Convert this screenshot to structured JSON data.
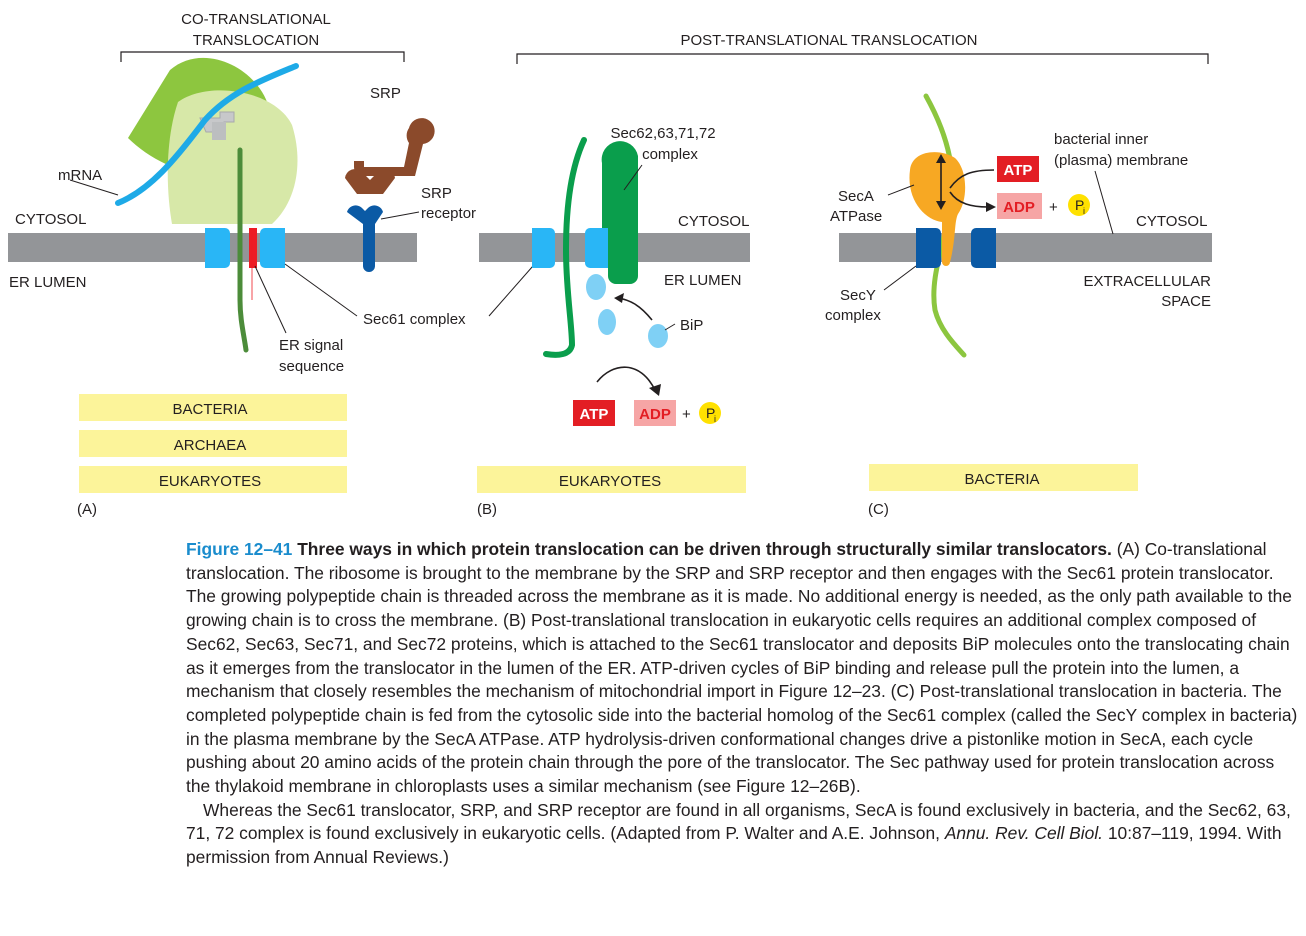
{
  "brackets": {
    "co_line1": "CO-TRANSLATIONAL",
    "co_line2": "TRANSLOCATION",
    "post": "POST-TRANSLATIONAL TRANSLOCATION"
  },
  "panel_a": {
    "mrna": "mRNA",
    "srp": "SRP",
    "srp_receptor_1": "SRP",
    "srp_receptor_2": "receptor",
    "cytosol": "CYTOSOL",
    "er_lumen": "ER LUMEN",
    "sec61": "Sec61 complex",
    "signal_1": "ER signal",
    "signal_2": "sequence",
    "organisms": [
      "BACTERIA",
      "ARCHAEA",
      "EUKARYOTES"
    ],
    "tag": "(A)"
  },
  "panel_b": {
    "complex_1": "Sec62,63,71,72",
    "complex_2": "complex",
    "cytosol": "CYTOSOL",
    "er_lumen": "ER LUMEN",
    "bip": "BiP",
    "atp": "ATP",
    "adp": "ADP",
    "plus": "+",
    "pi": "P",
    "pi_sub": "i",
    "organism": "EUKARYOTES",
    "tag": "(B)"
  },
  "panel_c": {
    "membrane_1": "bacterial inner",
    "membrane_2": "(plasma) membrane",
    "seca_1": "SecA",
    "seca_2": "ATPase",
    "atp": "ATP",
    "adp": "ADP",
    "plus": "+",
    "pi": "P",
    "pi_sub": "i",
    "cytosol": "CYTOSOL",
    "extracellular_1": "EXTRACELLULAR",
    "extracellular_2": "SPACE",
    "secy_1": "SecY",
    "secy_2": "complex",
    "organism": "BACTERIA",
    "tag": "(C)"
  },
  "caption": {
    "fig_num": "Figure 12–41",
    "title": "Three ways in which protein translocation can be driven through structurally similar translocators.",
    "body": "(A) Co-translational translocation. The ribosome is brought to the membrane by the SRP and SRP receptor and then engages with the Sec61 protein translocator. The growing polypeptide chain is threaded across the membrane as it is made. No additional energy is needed, as the only path available to the growing chain is to cross the membrane. (B) Post-translational translocation in eukaryotic cells requires an additional complex composed of Sec62, Sec63, Sec71, and Sec72 proteins, which is attached to the Sec61 translocator and deposits BiP molecules onto the translocating chain as it emerges from the translocator in the lumen of the ER. ATP-driven cycles of BiP binding and release pull the protein into the lumen, a mechanism that closely resembles the mechanism of mitochondrial import in Figure 12–23. (C) Post-translational translocation in bacteria. The completed polypeptide chain is fed from the cytosolic side into the bacterial homolog of the Sec61 complex (called the SecY complex in bacteria) in the plasma membrane by the SecA ATPase. ATP hydrolysis-driven conformational changes drive a pistonlike motion in SecA, each cycle pushing about 20 amino acids of the protein chain through the pore of the translocator. The Sec pathway used for protein translocation across the thylakoid membrane in chloroplasts uses a similar mechanism (see Figure 12–26B).",
    "para2_start": "Whereas the Sec61 translocator, SRP, and SRP receptor are found in all organisms, SecA is found exclusively in bacteria, and the Sec62, 63, 71, 72 complex is found exclusively in eukaryotic cells. (Adapted from P. Walter and A.E. Johnson, ",
    "journal": "Annu. Rev. Cell Biol.",
    "para2_end": " 10:87–119, 1994. With permission from Annual Reviews.)"
  },
  "colors": {
    "membrane": "#939598",
    "ribosome_large": "#8dc63f",
    "ribosome_small": "#d7e8a8",
    "mrna": "#1eaae7",
    "sec61": "#29b6f6",
    "signal": "#ed1c24",
    "srp": "#8b4a2b",
    "srp_receptor": "#0b5aa5",
    "polypeptide_dark": "#4c8c3a",
    "polypeptide_light": "#8cc63f",
    "sec62_complex": "#0a9e4c",
    "bip": "#7fd0f5",
    "atp": "#e31e24",
    "adp": "#f6a5a5",
    "pi": "#ffe100",
    "seca": "#f7a823",
    "secy": "#0b5aa5",
    "organism_box": "#fcf49a",
    "caption_accent": "#1a8ccd"
  }
}
